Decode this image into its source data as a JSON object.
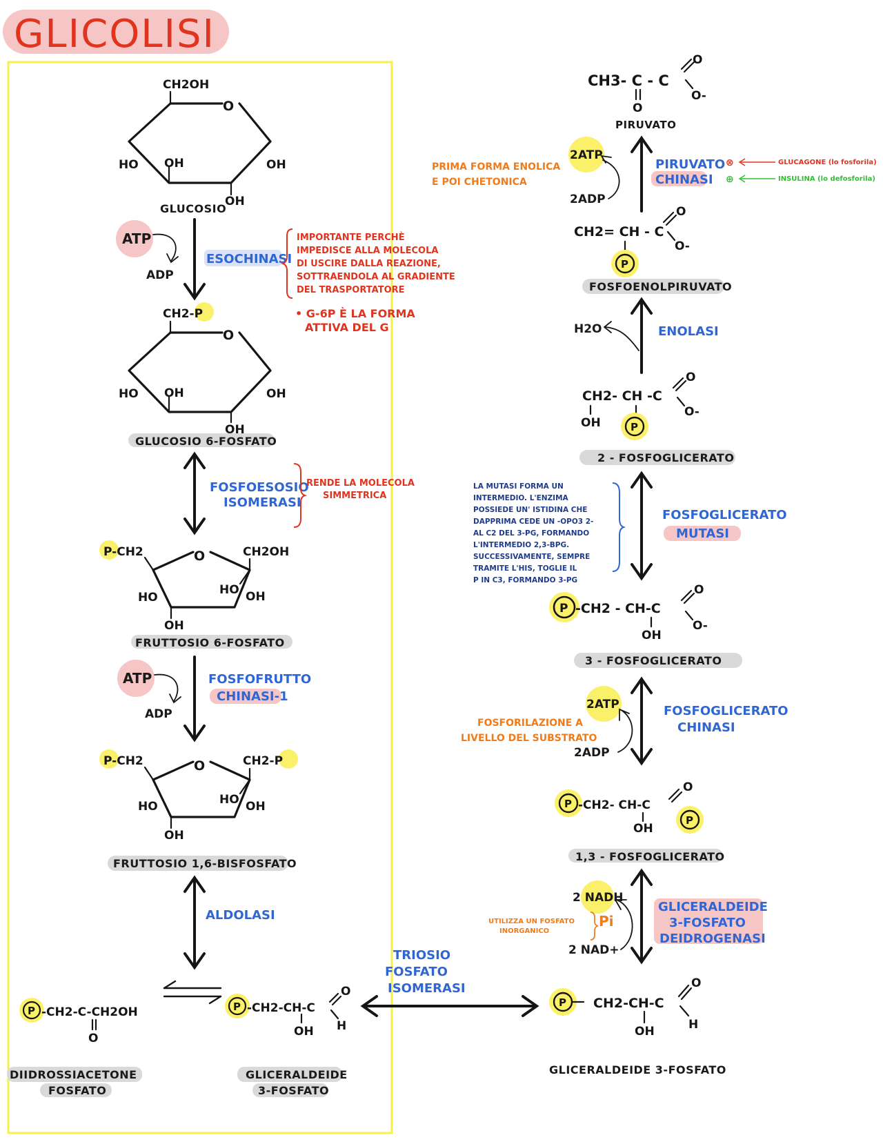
{
  "title": "GLICOLISI",
  "molecules": {
    "glucosio": {
      "label": "GLUCOSIO",
      "ch2oh": "CH2OH",
      "o": "O",
      "ho": "HO",
      "oh1": "OH",
      "oh2": "OH",
      "oh3": "OH"
    },
    "g6p": {
      "label": "GLUCOSIO 6-FOSFATO",
      "ch2p": "CH2-P",
      "o": "O",
      "ho": "HO",
      "oh1": "OH",
      "oh2": "OH",
      "oh3": "OH"
    },
    "f6p": {
      "label": "FRUTTOSIO 6-FOSFATO",
      "pch2": "P-CH2",
      "ch2oh": "CH2OH",
      "o": "O",
      "ho1": "HO",
      "ho2": "HO",
      "oh1": "OH",
      "oh2": "OH"
    },
    "f16bp": {
      "label": "FRUTTOSIO 1,6-BISFOSFATO",
      "pch2": "P-CH2",
      "ch2p": "CH2-P",
      "o": "O",
      "ho1": "HO",
      "ho2": "HO",
      "oh1": "OH",
      "oh2": "OH"
    },
    "dhap": {
      "label1": "DIIDROSSIACETONE",
      "label2": "FOSFATO",
      "formula": "-CH2-C-CH2OH",
      "o": "O",
      "p": "P"
    },
    "gap_left": {
      "label1": "GLICERALDEIDE",
      "label2": "3-FOSFATO",
      "formula": "-CH2-CH-C",
      "oh": "OH",
      "o": "O",
      "h": "H",
      "p": "P"
    },
    "gap_right": {
      "label": "GLICERALDEIDE 3-FOSFATO",
      "formula": "CH2-CH-C",
      "oh": "OH",
      "o": "O",
      "h": "H",
      "p": "P"
    },
    "bpg13": {
      "label": "1,3 - FOSFOGLICERATO",
      "formula": "-CH2- CH-C",
      "oh": "OH",
      "o": "O",
      "p": "P"
    },
    "pg3": {
      "label": "3 - FOSFOGLICERATO",
      "formula": "-CH2 - CH-C",
      "oh": "OH",
      "o": "O",
      "om": "O-",
      "p": "P"
    },
    "pg2": {
      "label": "2 - FOSFOGLICERATO",
      "formula": "CH2- CH -C",
      "oh": "OH",
      "o": "O",
      "om": "O-",
      "p": "P"
    },
    "pep": {
      "label": "FOSFOENOLPIRUVATO",
      "formula": "CH2= CH - C",
      "o": "O",
      "om": "O-",
      "p": "P"
    },
    "piruvato": {
      "label": "PIRUVATO",
      "formula": "CH3- C - C",
      "o_top": "O",
      "om": "O-",
      "o_bottom": "O"
    }
  },
  "enzymes": {
    "esochinasi": "ESOCHINASI",
    "fosfoesosio": [
      "FOSFOESOSIO",
      "ISOMERASI"
    ],
    "fosfofrutto": [
      "FOSFOFRUTTO",
      "CHINASI-1"
    ],
    "aldolasi": "ALDOLASI",
    "triosio": [
      "TRIOSIO",
      "FOSFATO",
      "ISOMERASI"
    ],
    "g3pdh": [
      "GLICERALDEIDE",
      "3-FOSFATO",
      "DEIDROGENASI"
    ],
    "pgk": [
      "FOSFOGLICERATO",
      "CHINASI"
    ],
    "pgm": [
      "FOSFOGLICERATO",
      "MUTASI"
    ],
    "enolasi": "ENOLASI",
    "pk": [
      "PIRUVATO",
      "CHINASI"
    ]
  },
  "cofactors": {
    "atp1": "ATP",
    "adp1": "ADP",
    "atp2": "ATP",
    "adp2": "ADP",
    "nadh": "2 NADH",
    "nad": "2 NAD+",
    "pi": "Pi",
    "atp_pgk": "2ATP",
    "adp_pgk": "2ADP",
    "h2o": "H2O",
    "atp_pk": "2ATP",
    "adp_pk": "2ADP"
  },
  "notes": {
    "esochinasi": [
      "IMPORTANTE PERCHÈ",
      "IMPEDISCE ALLA MOLECOLA",
      "DI USCIRE DALLA REAZIONE,",
      "SOTTRAENDOLA AL GRADIENTE",
      "DEL TRASPORTATORE"
    ],
    "g6p": [
      "• G-6P È LA FORMA",
      "ATTIVA DEL G"
    ],
    "fosfoesosio": [
      "RENDE LA MOLECOLA",
      "SIMMETRICA"
    ],
    "pgk": [
      "FOSFORILAZIONE A",
      "LIVELLO DEL SUBSTRATO"
    ],
    "pi": [
      "UTILIZZA UN FOSFATO",
      "INORGANICO"
    ],
    "pk": [
      "PRIMA FORMA ENOLICA",
      "E POI CHETONICA"
    ],
    "mutasi": [
      "LA MUTASI FORMA UN",
      "INTERMEDIO. L'ENZIMA",
      "POSSIEDE UN' ISTIDINA CHE",
      "DAPPRIMA CEDE UN -OPO3 2-",
      "AL C2 DEL 3-PG, FORMANDO",
      "L'INTERMEDIO 2,3-BPG.",
      "SUCCESSIVAMENTE, SEMPRE",
      "TRAMITE L'HIS, TOGLIE IL",
      "P IN C3, FORMANDO 3-PG"
    ]
  },
  "regulation": {
    "glucagone": "GLUCAGONE (lo fosforila)",
    "insulina": "INSULINA (lo defosforila)",
    "minus": "⊗",
    "plus": "⊕"
  },
  "colors": {
    "title": "#e0341f",
    "title_bg": "#f6c6c6",
    "box": "#f5f04b",
    "enzyme": "#2f66d3",
    "note_red": "#e0341f",
    "note_orange": "#f07b1a",
    "note_navy": "#1f3c8a",
    "highlight_yellow": "#fbf06a",
    "highlight_pink": "#f6c6c6",
    "highlight_grey": "#d9d9d9",
    "glucagone": "#e0341f",
    "insulina": "#2ec02e"
  }
}
